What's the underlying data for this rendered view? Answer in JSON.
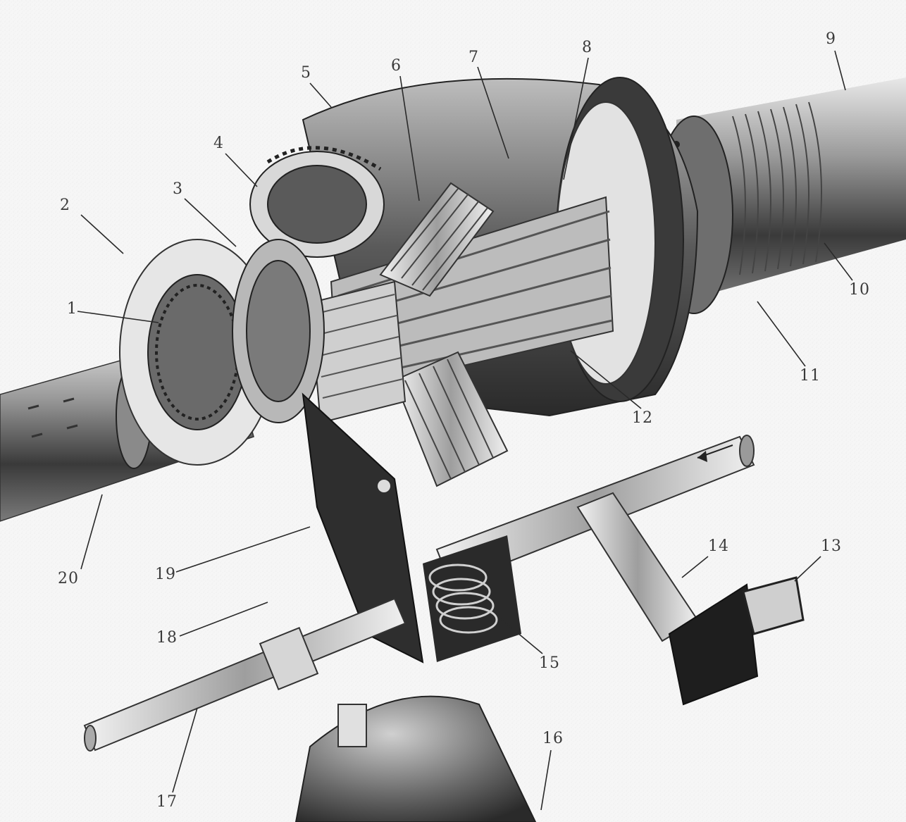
{
  "diagram": {
    "callouts": [
      {
        "id": "1",
        "label": "1"
      },
      {
        "id": "2",
        "label": "2"
      },
      {
        "id": "3",
        "label": "3"
      },
      {
        "id": "4",
        "label": "4"
      },
      {
        "id": "5",
        "label": "5"
      },
      {
        "id": "6",
        "label": "6"
      },
      {
        "id": "7",
        "label": "7"
      },
      {
        "id": "8",
        "label": "8"
      },
      {
        "id": "9",
        "label": "9"
      },
      {
        "id": "10",
        "label": "10"
      },
      {
        "id": "11",
        "label": "11"
      },
      {
        "id": "12",
        "label": "12"
      },
      {
        "id": "13",
        "label": "13"
      },
      {
        "id": "14",
        "label": "14"
      },
      {
        "id": "15",
        "label": "15"
      },
      {
        "id": "16",
        "label": "16"
      },
      {
        "id": "17",
        "label": "17"
      },
      {
        "id": "18",
        "label": "18"
      },
      {
        "id": "19",
        "label": "19"
      },
      {
        "id": "20",
        "label": "20"
      }
    ]
  },
  "colors": {
    "background": "#f6f6f6",
    "metal_dark": "#2b2b2b",
    "metal_mid": "#8a8a8a",
    "metal_light": "#d9d9d9",
    "label": "#3a3a3a"
  }
}
